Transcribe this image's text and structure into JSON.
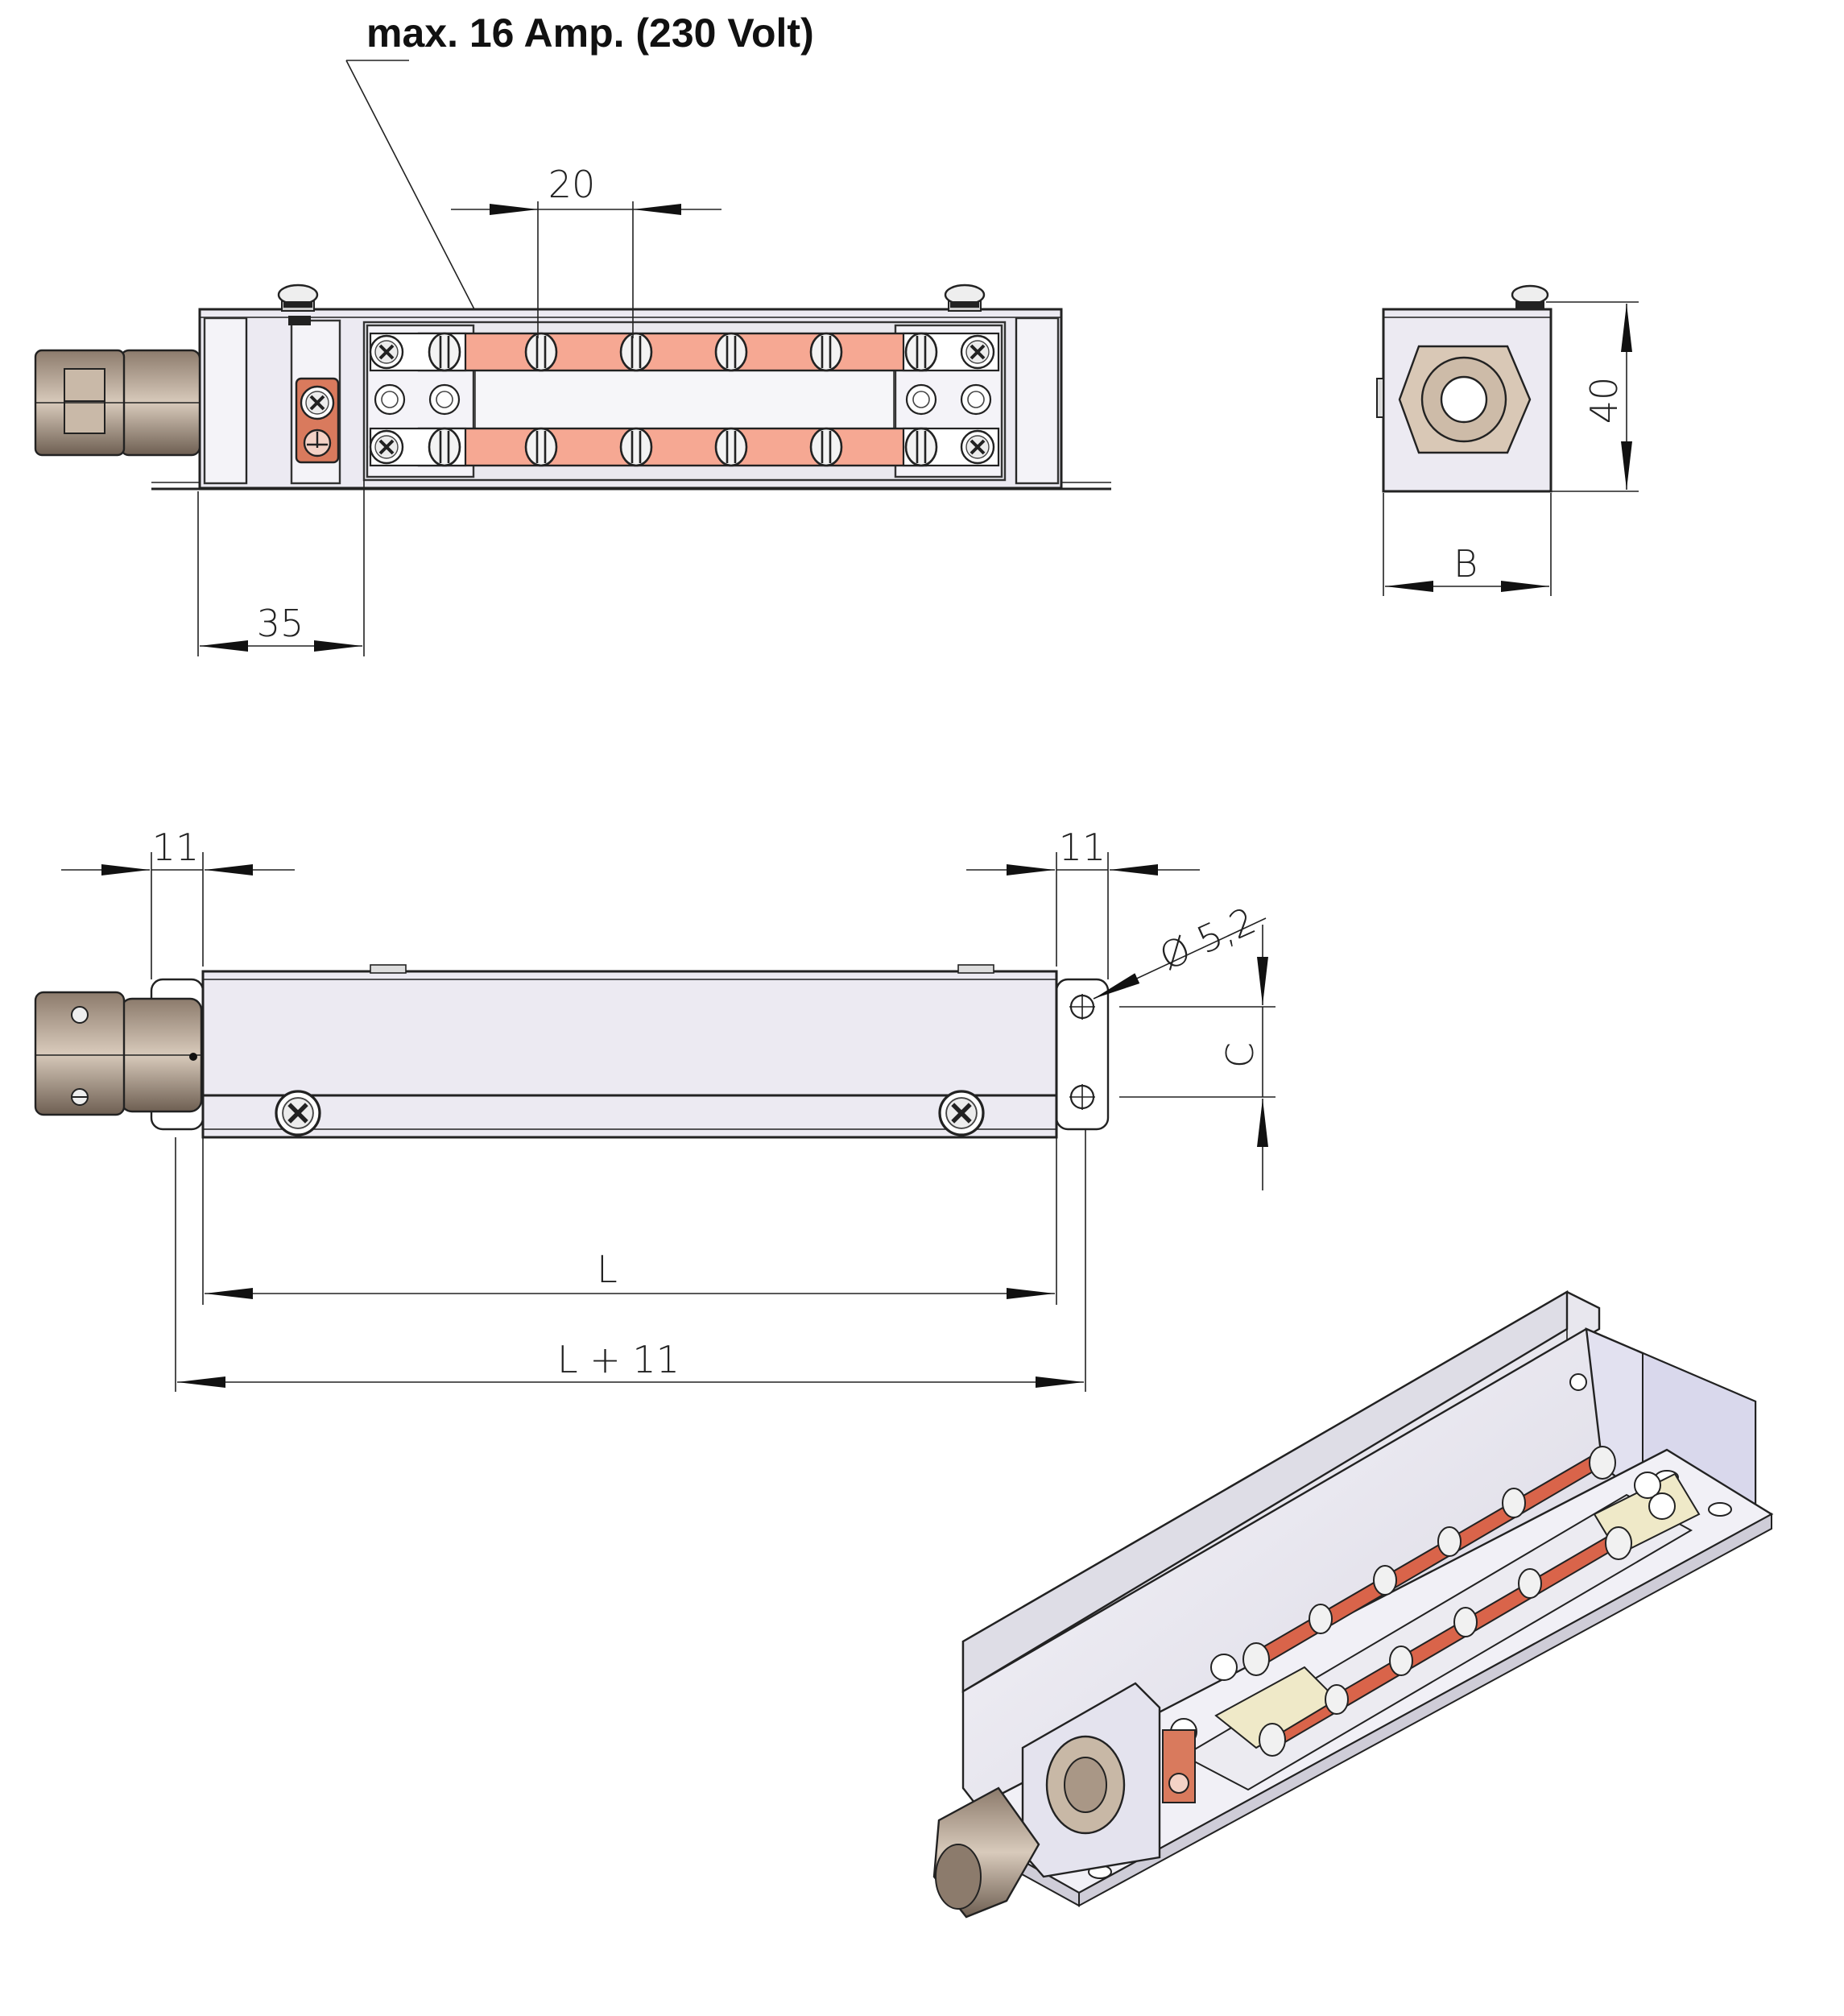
{
  "title": "max. 16 Amp. (230 Volt)",
  "dimensions": {
    "pitch": "20",
    "earth_offset": "35",
    "height": "40",
    "width": "B",
    "flange_left": "11",
    "flange_right": "11",
    "hole_diameter": "Ø 5,2",
    "hole_spacing": "C",
    "length": "L",
    "length_total": "L + 11"
  },
  "colors": {
    "copper_bar": "#f6a893",
    "copper_dark": "#d9644a",
    "gland": "#b4a393",
    "gland_dark": "#6e5f52",
    "housing": "#eceaf2",
    "terminal_cream": "#efe9c8",
    "earth_terminal": "#d97a5d"
  },
  "icons": [
    "cable-gland-icon",
    "screw-icon",
    "earth-symbol-icon"
  ]
}
